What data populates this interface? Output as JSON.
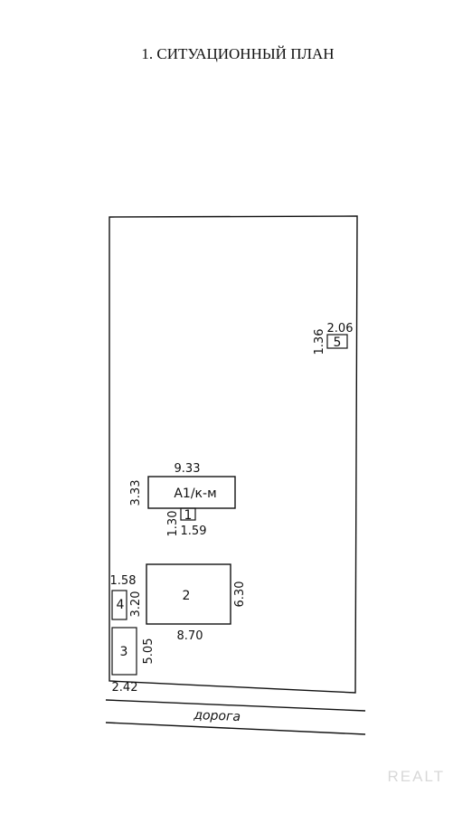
{
  "title": "1. СИТУАЦИОННЫЙ ПЛАН",
  "road_label": "дорога",
  "watermark": "REALT",
  "buildings": [
    {
      "id": "A1",
      "label": "А1/к-м",
      "width": "9.33",
      "height": "3.33"
    },
    {
      "id": "1",
      "label": "1",
      "width": "1.59",
      "height": "1.30"
    },
    {
      "id": "2",
      "label": "2",
      "width": "8.70",
      "height": "6.30"
    },
    {
      "id": "3",
      "label": "3",
      "width": "2.42",
      "height": "5.05"
    },
    {
      "id": "4",
      "label": "4",
      "width": "1.58",
      "height": "3.20"
    },
    {
      "id": "5",
      "label": "5",
      "width": "2.06",
      "height": "1.36"
    }
  ]
}
